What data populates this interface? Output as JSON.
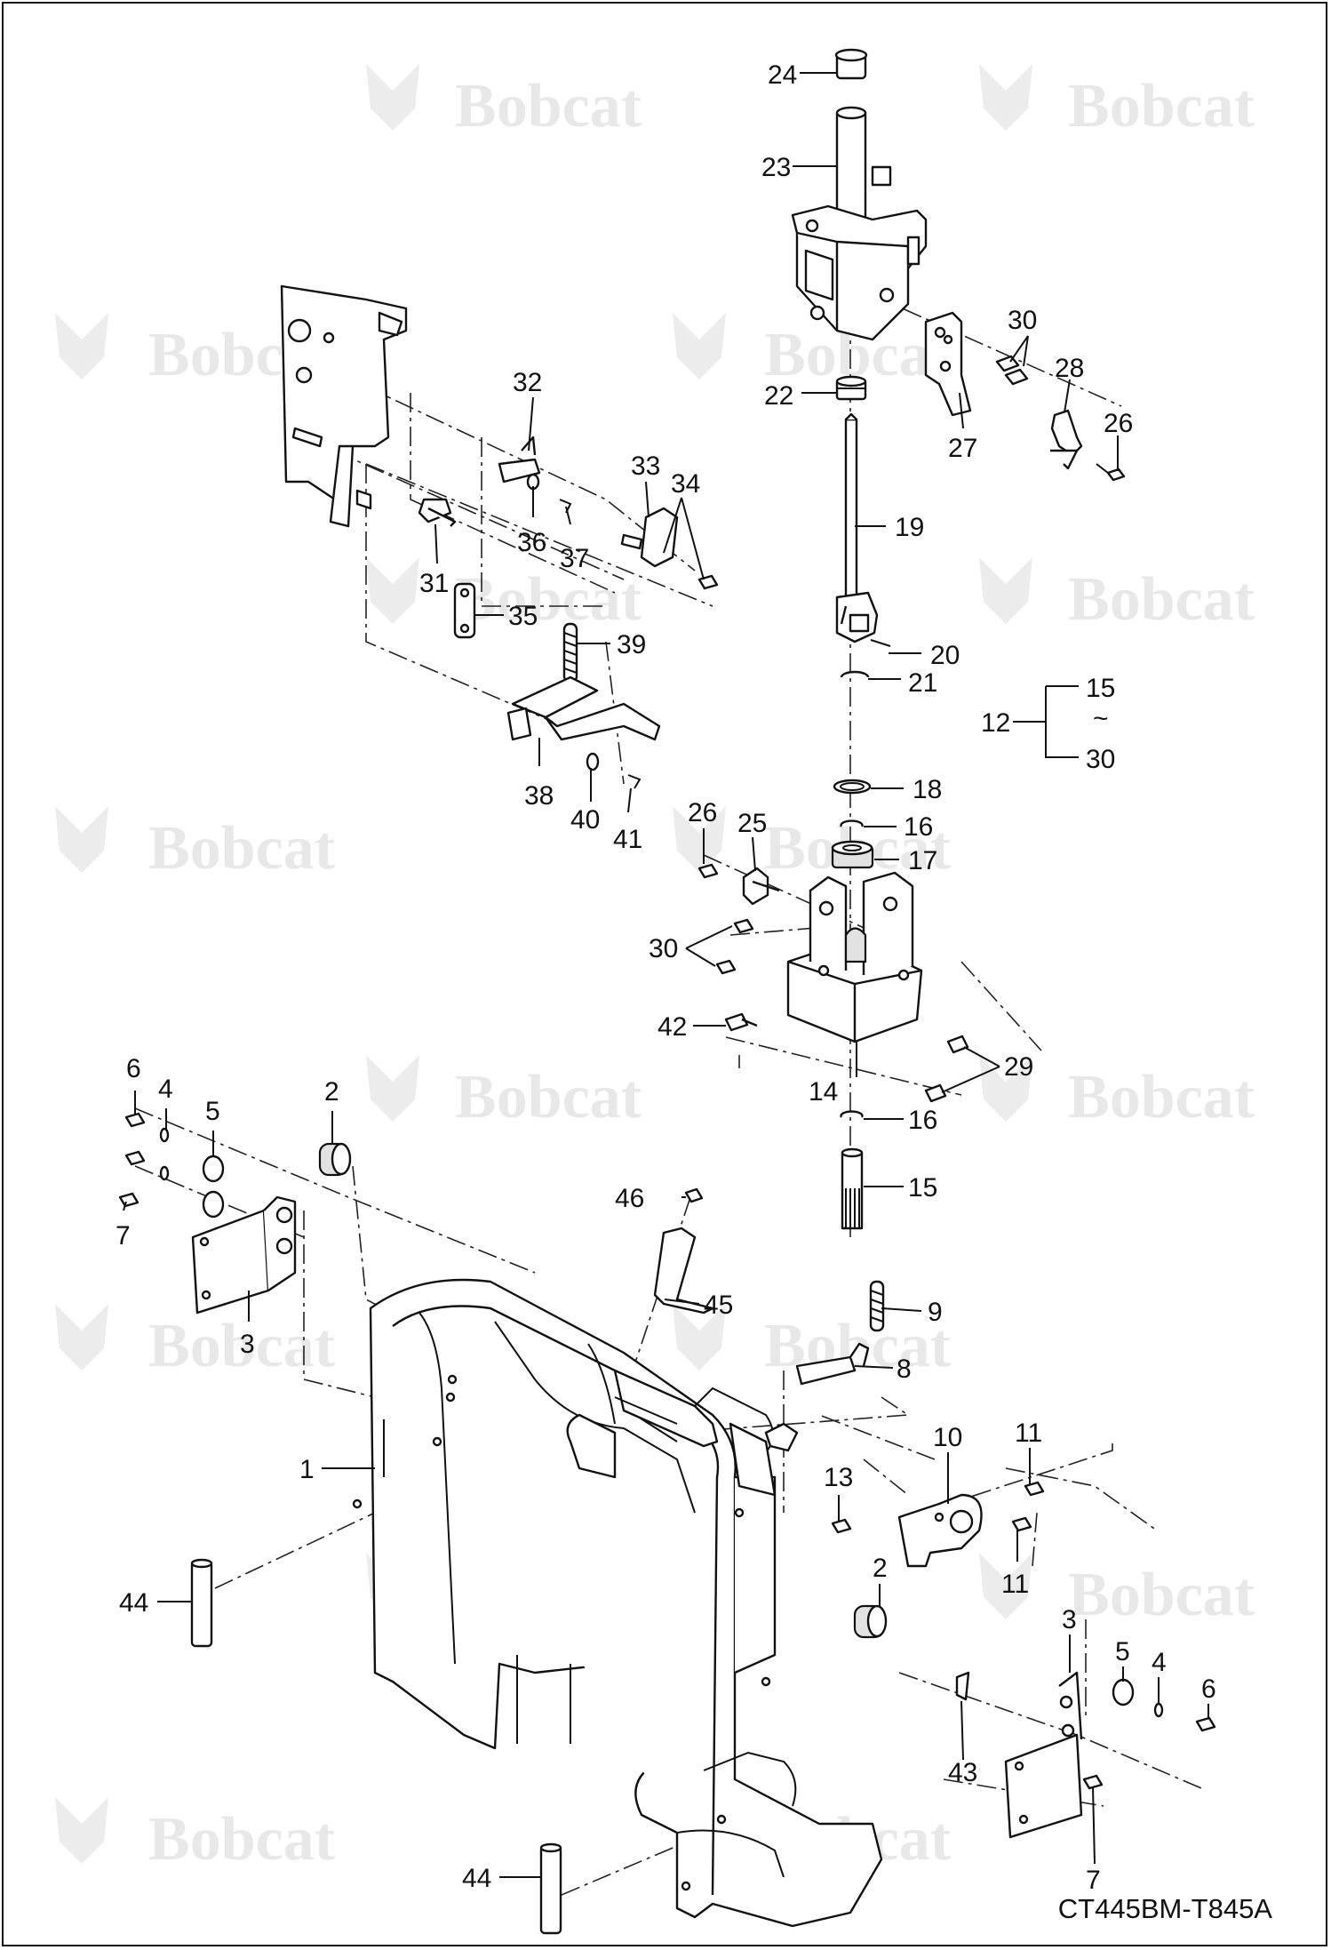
{
  "watermark": {
    "brand": "Bobcat"
  },
  "drawing_ref": "CT445BM-T845A",
  "callouts": [
    {
      "id": "c24",
      "text": "24"
    },
    {
      "id": "c23",
      "text": "23"
    },
    {
      "id": "c30a",
      "text": "30"
    },
    {
      "id": "c28",
      "text": "28"
    },
    {
      "id": "c26a",
      "text": "26"
    },
    {
      "id": "c22",
      "text": "22"
    },
    {
      "id": "c27",
      "text": "27"
    },
    {
      "id": "c19",
      "text": "19"
    },
    {
      "id": "c20",
      "text": "20"
    },
    {
      "id": "c21",
      "text": "21"
    },
    {
      "id": "c15a",
      "text": "15"
    },
    {
      "id": "c12",
      "text": "12"
    },
    {
      "id": "ctilde",
      "text": "~"
    },
    {
      "id": "c30b",
      "text": "30"
    },
    {
      "id": "c18",
      "text": "18"
    },
    {
      "id": "c16a",
      "text": "16"
    },
    {
      "id": "c17",
      "text": "17"
    },
    {
      "id": "c26b",
      "text": "26"
    },
    {
      "id": "c25",
      "text": "25"
    },
    {
      "id": "c30c",
      "text": "30"
    },
    {
      "id": "c42",
      "text": "42"
    },
    {
      "id": "c29",
      "text": "29"
    },
    {
      "id": "c14",
      "text": "14"
    },
    {
      "id": "c16b",
      "text": "16"
    },
    {
      "id": "c15b",
      "text": "15"
    },
    {
      "id": "c32",
      "text": "32"
    },
    {
      "id": "c33",
      "text": "33"
    },
    {
      "id": "c34",
      "text": "34"
    },
    {
      "id": "c31",
      "text": "31"
    },
    {
      "id": "c36",
      "text": "36"
    },
    {
      "id": "c37",
      "text": "37"
    },
    {
      "id": "c35",
      "text": "35"
    },
    {
      "id": "c39",
      "text": "39"
    },
    {
      "id": "c38",
      "text": "38"
    },
    {
      "id": "c40",
      "text": "40"
    },
    {
      "id": "c41",
      "text": "41"
    },
    {
      "id": "c6a",
      "text": "6"
    },
    {
      "id": "c4a",
      "text": "4"
    },
    {
      "id": "c5a",
      "text": "5"
    },
    {
      "id": "c2a",
      "text": "2"
    },
    {
      "id": "c7a",
      "text": "7"
    },
    {
      "id": "c3a",
      "text": "3"
    },
    {
      "id": "c46",
      "text": "46"
    },
    {
      "id": "c45",
      "text": "45"
    },
    {
      "id": "c9",
      "text": "9"
    },
    {
      "id": "c8",
      "text": "8"
    },
    {
      "id": "c1",
      "text": "1"
    },
    {
      "id": "c10",
      "text": "10"
    },
    {
      "id": "c11a",
      "text": "11"
    },
    {
      "id": "c13",
      "text": "13"
    },
    {
      "id": "c11b",
      "text": "11"
    },
    {
      "id": "c2b",
      "text": "2"
    },
    {
      "id": "c44a",
      "text": "44"
    },
    {
      "id": "c3b",
      "text": "3"
    },
    {
      "id": "c5b",
      "text": "5"
    },
    {
      "id": "c4b",
      "text": "4"
    },
    {
      "id": "c6b",
      "text": "6"
    },
    {
      "id": "c43",
      "text": "43"
    },
    {
      "id": "c7b",
      "text": "7"
    },
    {
      "id": "c44b",
      "text": "44"
    }
  ]
}
